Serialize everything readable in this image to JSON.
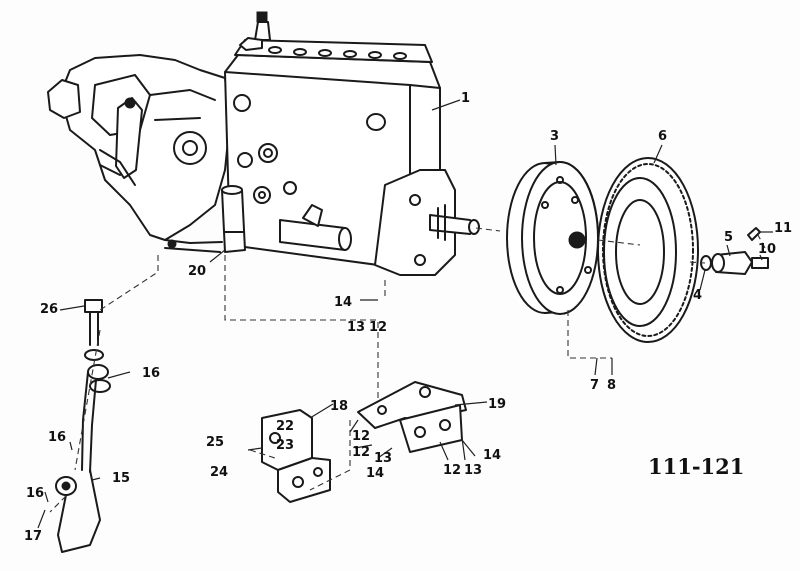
{
  "drawing_code": "111-121",
  "callouts": {
    "c1": "1",
    "c3": "3",
    "c4": "4",
    "c5": "5",
    "c6": "6",
    "c7": "7",
    "c8": "8",
    "c10": "10",
    "c11": "11",
    "c12a": "12",
    "c12b": "12",
    "c12c": "12",
    "c12d": "12",
    "c13a": "13",
    "c13b": "13",
    "c13c": "13",
    "c14a": "14",
    "c14b": "14",
    "c14c": "14",
    "c15": "15",
    "c16a": "16",
    "c16b": "16",
    "c16c": "16",
    "c17": "17",
    "c18": "18",
    "c19": "19",
    "c20": "20",
    "c22": "22",
    "c23": "23",
    "c24": "24",
    "c25": "25",
    "c26": "26"
  }
}
